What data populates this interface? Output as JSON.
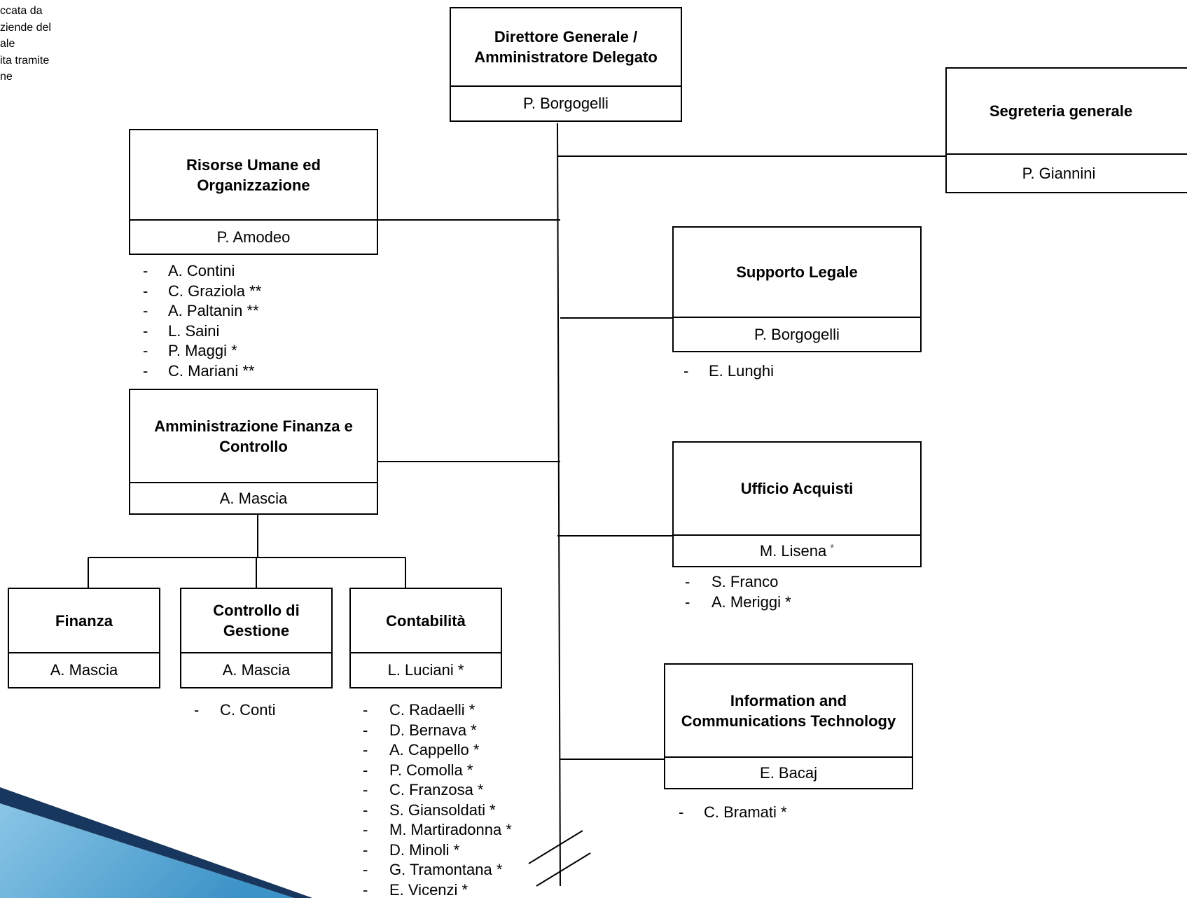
{
  "note": [
    "ccata da",
    "ziende del",
    "ale",
    "ita tramite",
    "",
    "ne"
  ],
  "boxes": {
    "dg": {
      "title": "Direttore Generale / Amministratore Delegato",
      "head": "P. Borgogelli"
    },
    "segreteria": {
      "title": "Segreteria generale",
      "head": "P. Giannini"
    },
    "risorse": {
      "title": "Risorse Umane ed Organizzazione",
      "head": "P. Amodeo"
    },
    "legale": {
      "title": "Supporto Legale",
      "head": "P. Borgogelli"
    },
    "afc": {
      "title": "Amministrazione Finanza e Controllo",
      "head": "A. Mascia"
    },
    "acquisti": {
      "title": "Ufficio Acquisti",
      "head": "M. Lisena",
      "head_mark": "*"
    },
    "finanza": {
      "title": "Finanza",
      "head": "A. Mascia"
    },
    "controllo": {
      "title": "Controllo di Gestione",
      "head": "A. Mascia"
    },
    "contabilita": {
      "title": "Contabilità",
      "head": "L. Luciani *"
    },
    "ict": {
      "title": "Information and Communications Technology",
      "head": "E. Bacaj"
    }
  },
  "staff": {
    "risorse": [
      "A. Contini",
      "C. Graziola **",
      "A. Paltanin **",
      "L. Saini",
      "P. Maggi *",
      "C. Mariani **"
    ],
    "legale": [
      "E. Lunghi"
    ],
    "acquisti": [
      "S. Franco",
      "A. Meriggi *"
    ],
    "controllo": [
      "C. Conti"
    ],
    "contabilita": [
      "C. Radaelli *",
      "D. Bernava *",
      "A. Cappello *",
      "P. Comolla *",
      "C. Franzosa *",
      "S. Giansoldati *",
      "M. Martiradonna *",
      "D. Minoli *",
      "G. Tramontana *",
      "E. Vicenzi *"
    ],
    "ict": [
      "C. Bramati *"
    ]
  },
  "dash": "-",
  "colors": {
    "line": "#000000",
    "accent_dark": "#17375e",
    "accent_light": "#8ac6e6"
  }
}
